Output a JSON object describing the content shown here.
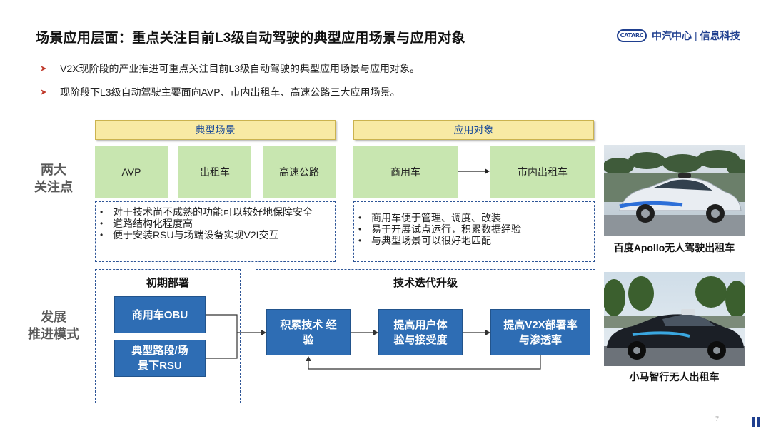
{
  "header": {
    "title": "场景应用层面：重点关注目前L3级自动驾驶的典型应用场景与应用对象",
    "logo_badge": "CATARC",
    "logo_name": "中汽中心",
    "logo_sep": "|",
    "logo_sub": "信息科技"
  },
  "bullets": [
    "V2X现阶段的产业推进可重点关注目前L3级自动驾驶的典型应用场景与应用对象。",
    "现阶段下L3级自动驾驶主要面向AVP、市内出租车、高速公路三大应用场景。"
  ],
  "focus": {
    "label_line1": "两大",
    "label_line2": "关注点",
    "scenes": {
      "header": "典型场景",
      "items": [
        "AVP",
        "出租车",
        "高速公路"
      ],
      "notes": [
        "对于技术尚不成熟的功能可以较好地保障安全",
        "道路结构化程度高",
        "便于安装RSU与场端设备实现V2I交互"
      ]
    },
    "targets": {
      "header": "应用对象",
      "from": "商用车",
      "to": "市内出租车",
      "notes": [
        "商用车便于管理、调度、改装",
        "易于开展试点运行，积累数据经验",
        "与典型场景可以很好地匹配"
      ]
    }
  },
  "development": {
    "label_line1": "发展",
    "label_line2": "推进模式",
    "initial": {
      "title": "初期部署",
      "box1": "商用车OBU",
      "box2_line1": "典型路段/场",
      "box2_line2": "景下RSU"
    },
    "iteration": {
      "title": "技术迭代升级",
      "step1_line1": "积累技术 经",
      "step1_line2": "验",
      "step2_line1": "提高用户体",
      "step2_line2": "验与接受度",
      "step3_line1": "提高V2X部署率",
      "step3_line2": "与渗透率"
    }
  },
  "photos": [
    {
      "caption": "百度Apollo无人驾驶出租车",
      "car_color": "#e9edf2",
      "accent": "#2d6fd8"
    },
    {
      "caption": "小马智行无人出租车",
      "car_color": "#1b1f26",
      "accent": "#3aa7e0"
    }
  ],
  "footer": {
    "page": "7"
  }
}
